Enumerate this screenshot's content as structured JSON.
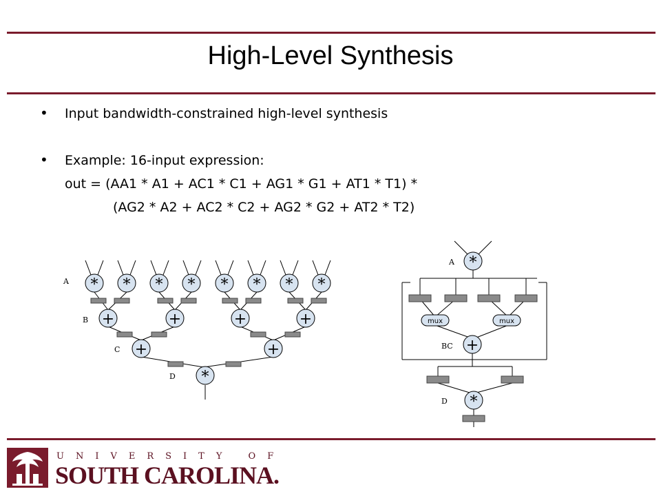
{
  "slide": {
    "title": "High-Level Synthesis",
    "bullets": [
      "Input bandwidth-constrained high-level synthesis",
      "Example:  16-input expression:"
    ],
    "expression": [
      "out = (AA1 * A1 + AC1 * C1 + AG1 * G1 + AT1 * T1) *",
      "(AG2 * A2 + AC2 * C2 + AG2 * G2 + AT2 * T2)"
    ],
    "bullet_glyph": "•"
  },
  "diagram_left": {
    "labels": [
      "A",
      "B",
      "C",
      "D"
    ],
    "mult_symbol": "*",
    "add_symbol": "+"
  },
  "diagram_right": {
    "labels": [
      "A",
      "BC",
      "D"
    ],
    "mux_label": "mux",
    "mult_symbol": "*",
    "add_symbol": "+"
  },
  "footer": {
    "university_line": "UNIVERSITY OF",
    "name_line": "SOUTH CAROLINA.",
    "colors": {
      "garnet": "#7a1b2c",
      "rule": "#7a1b2c",
      "node_fill": "#d7e3f0",
      "register": "#8a8a8a"
    }
  }
}
